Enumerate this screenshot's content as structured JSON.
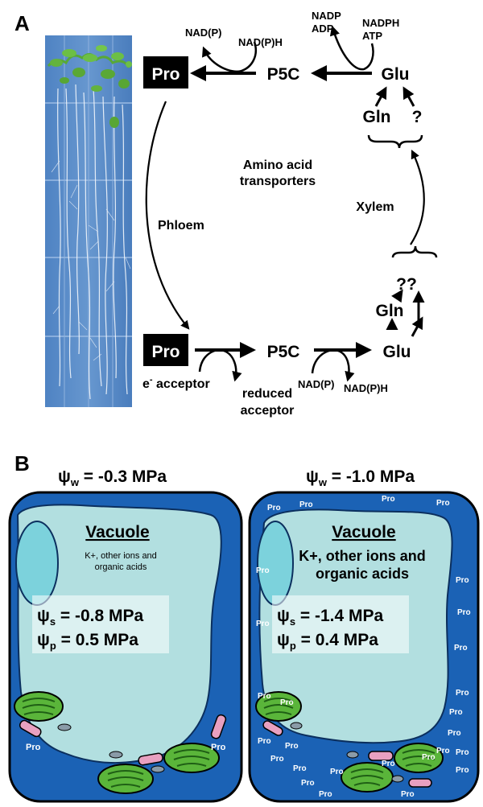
{
  "panelA": {
    "label": "A",
    "pro_top": "Pro",
    "p5c_top": "P5C",
    "glu_top": "Glu",
    "gln_top": "Gln",
    "q_top": "?",
    "nadp_top": "NAD(P)",
    "nadph_top": "NAD(P)H",
    "nadp2": "NADP",
    "adp": "ADP",
    "nadph2": "NADPH",
    "atp": "ATP",
    "amino1": "Amino acid",
    "amino2": "transporters",
    "xylem": "Xylem",
    "phloem": "Phloem",
    "q_mid": "??",
    "gln_bot": "Gln",
    "pro_bot": "Pro",
    "p5c_bot": "P5C",
    "glu_bot": "Glu",
    "e_acceptor": "e",
    "e_sup": "-",
    "acceptor": " acceptor",
    "reduced1": "reduced",
    "reduced2": "acceptor",
    "nadp_bot": "NAD(P)",
    "nadph_bot": "NAD(P)H"
  },
  "panelB": {
    "label": "B",
    "left": {
      "psi_w_sym": "ψ",
      "psi_w_sub": "w",
      "psi_w_val": " = -0.3 MPa",
      "vacuole": "Vacuole",
      "ions1": "K+, other ions and",
      "ions2": "organic acids",
      "psi_s_sym": "ψ",
      "psi_s_sub": "s",
      "psi_s_val": " = -0.8 MPa",
      "psi_p_sym": "ψ",
      "psi_p_sub": "p",
      "psi_p_val": " =  0.5 MPa",
      "pro_labels": [
        "Pro",
        "Pro"
      ]
    },
    "right": {
      "psi_w_sym": "ψ",
      "psi_w_sub": "w",
      "psi_w_val": " = -1.0 MPa",
      "vacuole": "Vacuole",
      "ions1": "K+, other ions and",
      "ions2": "organic acids",
      "psi_s_sym": "ψ",
      "psi_s_sub": "s",
      "psi_s_val": " = -1.4 MPa",
      "psi_p_sym": "ψ",
      "psi_p_sub": "p",
      "psi_p_val": " =  0.4 MPa",
      "pro_labels": [
        "Pro",
        "Pro",
        "Pro",
        "Pro",
        "Pro",
        "Pro",
        "Pro",
        "Pro",
        "Pro",
        "Pro",
        "Pro",
        "Pro",
        "Pro",
        "Pro",
        "Pro",
        "Pro",
        "Pro",
        "Pro",
        "Pro",
        "Pro",
        "Pro",
        "Pro",
        "Pro",
        "Pro",
        "Pro",
        "Pro",
        "Pro"
      ]
    }
  },
  "colors": {
    "cytoplasm": "#1b62b5",
    "vacuole": "#b2dfe0",
    "nucleus": "#7cd2dc",
    "chloroplast": "#5ab53a",
    "mito": "#e8a0c0",
    "plate": "#5f90c9"
  }
}
